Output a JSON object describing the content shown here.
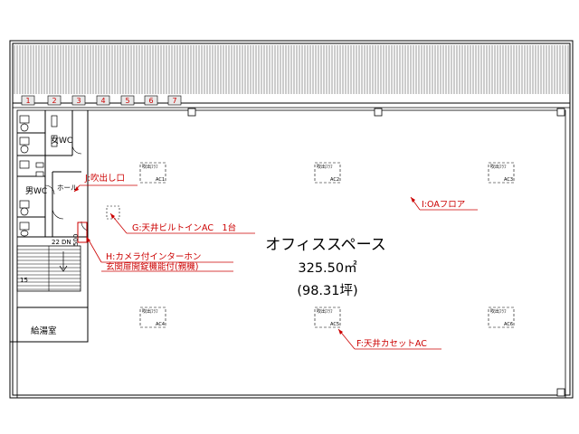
{
  "space": {
    "title": "オフィススペース",
    "area": "325.50㎡",
    "tsubo": "(98.31坪)"
  },
  "rooms": {
    "women_wc": "女WC",
    "men_wc": "男WC",
    "hall": "ホール",
    "kitchen": "給湯室"
  },
  "stairs": {
    "up_label": "22",
    "dn_label": "DN",
    "step_count": "15",
    "dim_500": "500"
  },
  "window_numbers": [
    "1",
    "2",
    "3",
    "4",
    "5",
    "6",
    "7"
  ],
  "callouts": {
    "vent": "J:吹出し口",
    "builtin_ac": "G:天井ビルトインAC　1台",
    "intercom_line1": "H:カメラ付インターホン",
    "intercom_line2": "玄関扉開錠機能付(親機)",
    "oa_floor": "I:OAフロア",
    "cassette_ac": "F:天井カセットAC"
  },
  "ac_units": {
    "top_label": "吹出ﾌﾗﾌ",
    "labels": [
      "AC1",
      "AC2",
      "AC3",
      "AC4",
      "AC5",
      "AC6"
    ]
  },
  "colors": {
    "line": "#000000",
    "accent": "#cc0000",
    "window_fill": "#e8e8e8"
  }
}
